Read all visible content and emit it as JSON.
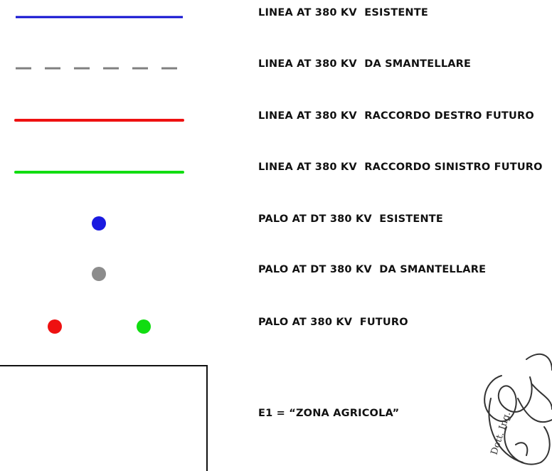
{
  "colors": {
    "existing_line": "#1010d0",
    "dismantle_line": "#808080",
    "right_future_line": "#ee1111",
    "left_future_line": "#11dd11",
    "existing_pole": "#1a1ae0",
    "dismantle_pole": "#8c8c8c",
    "future_pole_right": "#ee1111",
    "future_pole_left": "#11dd11",
    "zone_border": "#111111",
    "signature_ink": "#333333"
  },
  "legend": {
    "line_existing": "LINEA AT 380 KV  ESISTENTE",
    "line_dismantle": "LINEA AT 380 KV  DA SMANTELLARE",
    "line_right_future": "LINEA AT 380 KV  RACCORDO DESTRO FUTURO",
    "line_left_future": "LINEA AT 380 KV  RACCORDO SINISTRO FUTURO",
    "pole_existing": "PALO AT DT 380 KV  ESISTENTE",
    "pole_dismantle": "PALO AT DT 380 KV  DA SMANTELLARE",
    "pole_future": "PALO AT 380 KV  FUTURO",
    "zone_label": "E1 = “ZONA AGRICOLA”"
  },
  "signature": {
    "text": "Dott. Ing."
  }
}
